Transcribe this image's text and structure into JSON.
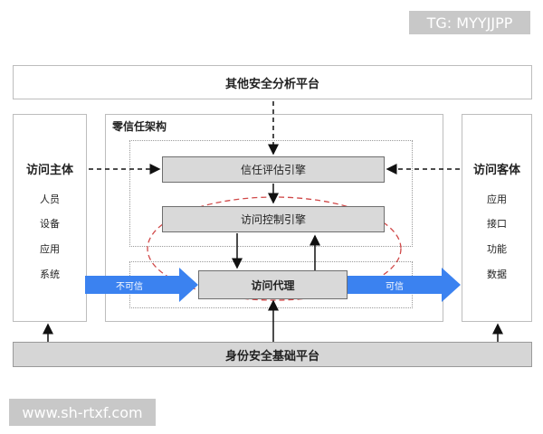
{
  "watermarks": {
    "top": "TG: MYYJJPP",
    "bottom": "www.sh-rtxf.com"
  },
  "top_platform": {
    "label": "其他安全分析平台"
  },
  "zero_trust": {
    "title": "零信任架构"
  },
  "subject": {
    "title": "访问主体",
    "items": [
      "人员",
      "设备",
      "应用",
      "系统"
    ]
  },
  "object": {
    "title": "访问客体",
    "items": [
      "应用",
      "接口",
      "功能",
      "数据"
    ]
  },
  "engines": {
    "trust": "信任评估引擎",
    "control": "访问控制引擎",
    "proxy": "访问代理"
  },
  "flows": {
    "untrusted": "不可信",
    "trusted": "可信"
  },
  "bottom_platform": {
    "label": "身份安全基础平台"
  },
  "colors": {
    "arrow_blue": "#3b82f0",
    "box_gray": "#d9d9d9",
    "dashed_red": "#d04848"
  }
}
